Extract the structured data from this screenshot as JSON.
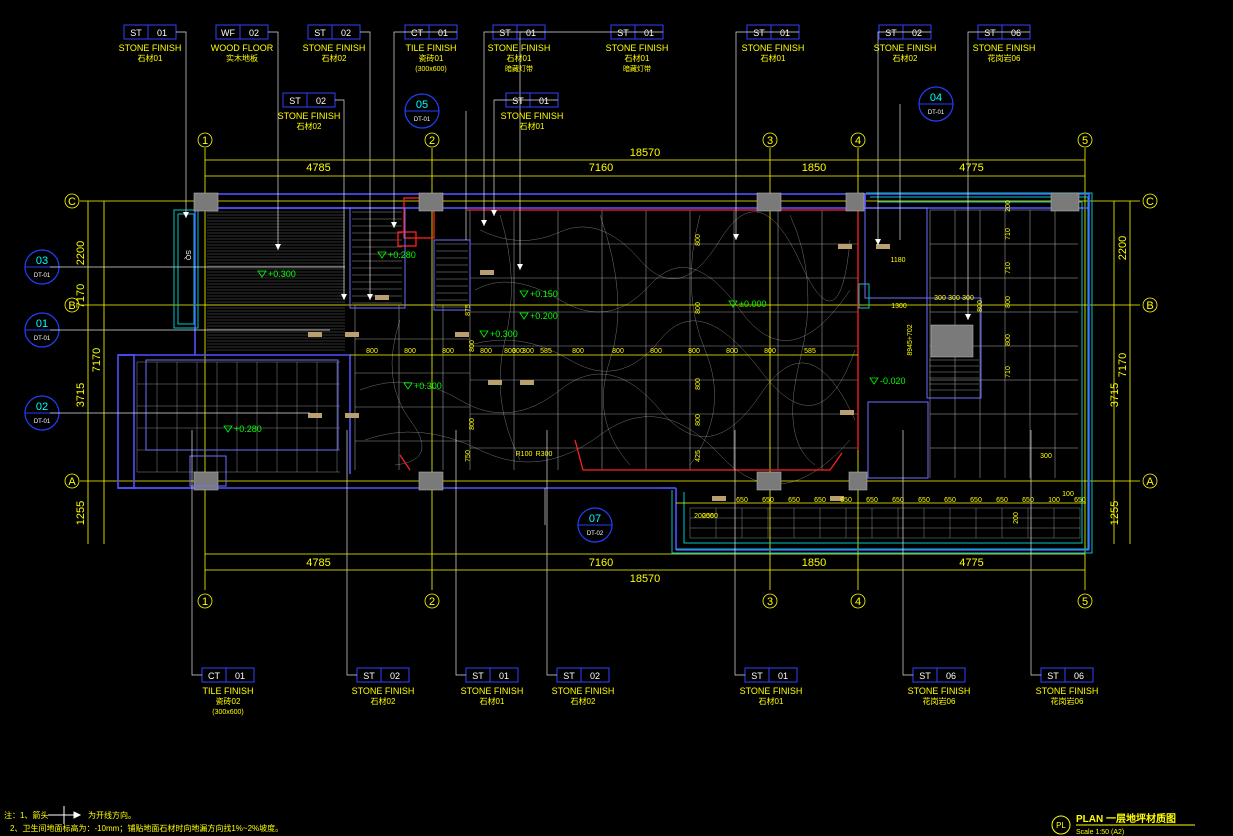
{
  "colors": {
    "background": "#000000",
    "wall": "#5050ff",
    "dim": "#ffff00",
    "axis": "#ffff00",
    "leader": "#ffffff",
    "level": "#00ff00",
    "red": "#ff2020",
    "cyan": "#00ffff",
    "gray": "#808080",
    "tag_box": "#0000ff",
    "tag_circle": "#2040ff"
  },
  "axes": {
    "numbers": [
      "1",
      "2",
      "3",
      "4",
      "5"
    ],
    "letters": [
      "C",
      "B",
      "A"
    ]
  },
  "dims": {
    "top_total": "18570",
    "top": [
      "4785",
      "7160",
      "1850",
      "4775"
    ],
    "bottom": [
      "4785",
      "7160",
      "1850",
      "4775"
    ],
    "bottom_total": "18570",
    "left_outer": [
      "2200",
      "7170",
      "3715",
      "1255"
    ],
    "right_outer": [
      "2200",
      "7170",
      "3715",
      "1255"
    ],
    "grid_row": [
      "800",
      "800",
      "800",
      "800",
      "800",
      "300",
      "300",
      "585",
      "800",
      "800",
      "800",
      "800",
      "800",
      "800",
      "585"
    ],
    "bottom_row": [
      "650",
      "650",
      "650",
      "650",
      "650",
      "650",
      "650",
      "650",
      "650",
      "650",
      "650",
      "650",
      "100",
      "650"
    ],
    "misc": [
      "1180",
      "1300",
      "300",
      "300",
      "300",
      "800",
      "710",
      "710",
      "800",
      "800",
      "710",
      "200",
      "200",
      "560",
      "875",
      "800",
      "800",
      "800",
      "800",
      "750",
      "425",
      "800",
      "800",
      "300",
      "100",
      "200",
      "200",
      "R300",
      "R100",
      "8945+702"
    ]
  },
  "levels": [
    "+0.300",
    "+0.280",
    "+0.150",
    "+0.200",
    "+0.300",
    "+0.300",
    "±0.000",
    "-0.020",
    "+0.280"
  ],
  "tags_top": [
    {
      "code": "ST",
      "num": "01",
      "title": "STONE FINISH",
      "sub1": "石材01",
      "sub2": ""
    },
    {
      "code": "WF",
      "num": "02",
      "title": "WOOD FLOOR",
      "sub1": "实木地板",
      "sub2": ""
    },
    {
      "code": "ST",
      "num": "02",
      "title": "STONE FINISH",
      "sub1": "石材02",
      "sub2": ""
    },
    {
      "code": "CT",
      "num": "01",
      "title": "TILE FINISH",
      "sub1": "瓷砖01",
      "sub2": "(300x600)"
    },
    {
      "code": "ST",
      "num": "01",
      "title": "STONE FINISH",
      "sub1": "石材01",
      "sub2": "暗藏灯带"
    },
    {
      "code": "ST",
      "num": "01",
      "title": "STONE FINISH",
      "sub1": "石材01",
      "sub2": "暗藏灯带"
    },
    {
      "code": "ST",
      "num": "01",
      "title": "STONE FINISH",
      "sub1": "石材01",
      "sub2": ""
    },
    {
      "code": "ST",
      "num": "02",
      "title": "STONE FINISH",
      "sub1": "石材02",
      "sub2": ""
    },
    {
      "code": "ST",
      "num": "06",
      "title": "STONE FINISH",
      "sub1": "花岗岩06",
      "sub2": ""
    }
  ],
  "tags_mid": [
    {
      "code": "ST",
      "num": "02",
      "title": "STONE FINISH",
      "sub1": "石材02"
    },
    {
      "code": "ST",
      "num": "01",
      "title": "STONE FINISH",
      "sub1": "石材01"
    }
  ],
  "tags_bottom": [
    {
      "code": "CT",
      "num": "01",
      "title": "TILE FINISH",
      "sub1": "瓷砖02",
      "sub2": "(300x600)"
    },
    {
      "code": "ST",
      "num": "02",
      "title": "STONE FINISH",
      "sub1": "石材02",
      "sub2": ""
    },
    {
      "code": "ST",
      "num": "01",
      "title": "STONE FINISH",
      "sub1": "石材01",
      "sub2": ""
    },
    {
      "code": "ST",
      "num": "02",
      "title": "STONE FINISH",
      "sub1": "石材02",
      "sub2": ""
    },
    {
      "code": "ST",
      "num": "01",
      "title": "STONE FINISH",
      "sub1": "石材01",
      "sub2": ""
    },
    {
      "code": "ST",
      "num": "06",
      "title": "STONE FINISH",
      "sub1": "花岗岩06",
      "sub2": ""
    },
    {
      "code": "ST",
      "num": "06",
      "title": "STONE FINISH",
      "sub1": "花岗岩06",
      "sub2": ""
    }
  ],
  "details": [
    {
      "num": "05",
      "ref": "DT-01"
    },
    {
      "num": "04",
      "ref": "DT-01"
    },
    {
      "num": "03",
      "ref": "DT-01"
    },
    {
      "num": "01",
      "ref": "DT-01"
    },
    {
      "num": "02",
      "ref": "DT-01"
    },
    {
      "num": "07",
      "ref": "DT-02"
    }
  ],
  "notes": [
    "注：1、箭头",
    "为开线方向。",
    "2、卫生间地面标高为：-10mm；铺贴地面石材时向地漏方向找1%~2%坡度。"
  ],
  "title_block": {
    "badge": "PL",
    "title": "PLAN  一层地坪材质图",
    "scale": "Scale 1:50 (A2)"
  },
  "wall_label": "SQ"
}
